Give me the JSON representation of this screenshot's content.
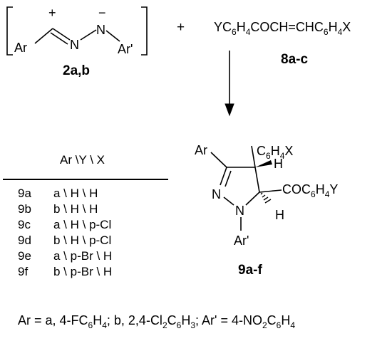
{
  "reactant_dipole": {
    "ar": "Ar",
    "n1": "N",
    "n2": "N",
    "ar_prime": "Ar'",
    "plus": "+",
    "minus": "−",
    "label": "2a,b"
  },
  "reaction_plus": "+",
  "reactant_chalcone": {
    "p1": "YC",
    "s1": "6",
    "p2": "H",
    "s2": "4",
    "p3": "COCH=CHC",
    "s3": "6",
    "p4": "H",
    "s4": "4",
    "p5": "X",
    "label": "8a-c"
  },
  "product": {
    "ar": "Ar",
    "sub_top_c": "C",
    "sub_top_s1": "6",
    "sub_top_h": "H",
    "sub_top_s2": "4",
    "sub_top_x": "X",
    "h_top": "H",
    "n3": "N",
    "n1": "N",
    "sub_right_c1": "COC",
    "sub_right_s1": "6",
    "sub_right_h": "H",
    "sub_right_s2": "4",
    "sub_right_y": "Y",
    "h_bottom": "H",
    "ar_prime": "Ar'",
    "label": "9a-f"
  },
  "table": {
    "header": "Ar \\Y \\ X",
    "rows": [
      {
        "id": "9a",
        "value": "a \\ H \\ H"
      },
      {
        "id": "9b",
        "value": "b \\ H \\ H"
      },
      {
        "id": "9c",
        "value": "a \\ H \\ p-Cl"
      },
      {
        "id": "9d",
        "value": "b \\ H \\ p-Cl"
      },
      {
        "id": "9e",
        "value": "a \\ p-Br \\ H"
      },
      {
        "id": "9f",
        "value": "b \\ p-Br \\ H"
      }
    ]
  },
  "footnote": {
    "t1": "Ar = a, 4-FC",
    "s1": "6",
    "t2": "H",
    "s2": "4",
    "t3": "; b, 2,4-Cl",
    "s3": "2",
    "t4": "C",
    "s4": "6",
    "t5": "H",
    "s5": "3",
    "t6": "; Ar' = 4-NO",
    "s6": "2",
    "t7": "C",
    "s7": "6",
    "t8": "H",
    "s8": "4"
  }
}
